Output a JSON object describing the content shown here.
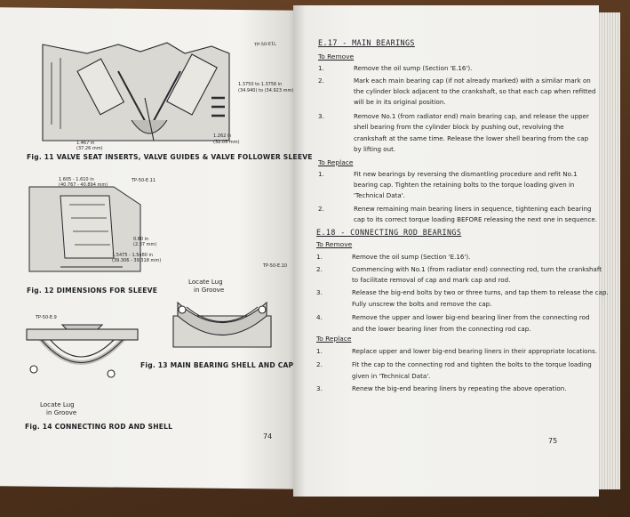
{
  "left_page": {
    "page_number": "74",
    "figures": [
      {
        "ref": "TP-50-E1L",
        "caption": "Fig. 11  VALVE SEAT INSERTS, VALVE GUIDES & VALVE FOLLOWER SLEEVE",
        "dims": [
          "1.3750 to 1.3756 in",
          "(34.940) to (34.923 mm)",
          "1.467 in",
          "(37.26 mm)",
          "1.262 in",
          "(32.05 mm)"
        ]
      },
      {
        "ref": "TP-50-E.11",
        "caption": "Fig. 12  DIMENSIONS FOR SLEEVE",
        "dims": [
          "1.605 - 1.610 in",
          "(40.767 - 40.894 mm)",
          "0.80 in",
          "(2.37 mm)",
          "1.5475 - 1.5480 in",
          "(39.306 - 39.318 mm)"
        ]
      },
      {
        "ref": "TP-50-E.10",
        "caption": "Fig. 13  MAIN BEARING SHELL AND CAP",
        "label": [
          "Locate Lug",
          "in Groove"
        ]
      },
      {
        "ref": "TP-50-E.9",
        "caption": "Fig. 14  CONNECTING ROD AND SHELL",
        "label": [
          "Locate Lug",
          "in Groove"
        ]
      }
    ]
  },
  "right_page": {
    "page_number": "75",
    "sections": [
      {
        "title": "E.17  -  MAIN BEARINGS",
        "groups": [
          {
            "heading": "To Remove",
            "items": [
              {
                "n": "1.",
                "lines": [
                  "Remove the oil sump (Section 'E.16')."
                ]
              },
              {
                "n": "2.",
                "lines": [
                  "Mark each main bearing cap (if not already marked) with a similar mark on",
                  "the cylinder block adjacent to the crankshaft, so that each cap when refitted",
                  "will be in its original position."
                ]
              },
              {
                "n": "3.",
                "lines": [
                  "Remove No.1 (from radiator end) main bearing cap, and release the upper",
                  "shell bearing from the cylinder block by pushing out, revolving the",
                  "crankshaft at the same time.    Release the lower shell bearing from the cap",
                  "by lifting out."
                ]
              }
            ]
          },
          {
            "heading": "To Replace",
            "items": [
              {
                "n": "1.",
                "lines": [
                  "Fit new bearings by reversing the dismantling procedure and refit No.1",
                  "bearing cap.   Tighten the retaining bolts to the torque loading given in",
                  "'Technical Data'."
                ]
              },
              {
                "n": "2.",
                "lines": [
                  "Renew remaining main bearing liners in sequence, tightening each bearing",
                  "cap to its correct torque loading BEFORE releasing the next one in sequence."
                ]
              }
            ]
          }
        ]
      },
      {
        "title": "E.18  -  CONNECTING ROD BEARINGS",
        "groups": [
          {
            "heading": "To Remove",
            "items": [
              {
                "n": "1.",
                "lines": [
                  "Remove the oil sump (Section 'E.16')."
                ]
              },
              {
                "n": "2.",
                "lines": [
                  "Commencing with No.1 (from radiator end) connecting rod, turn the crankshaft",
                  "to facilitate removal of cap and mark cap and rod."
                ]
              },
              {
                "n": "3.",
                "lines": [
                  "Release the big-end bolts by two or three turns, and tap them to release the cap.",
                  "Fully unscrew the bolts and remove the cap."
                ]
              },
              {
                "n": "4.",
                "lines": [
                  "Remove the upper and lower big-end bearing liner from the connecting rod",
                  "and the lower bearing liner from the connecting rod cap."
                ]
              }
            ]
          },
          {
            "heading": "To Replace",
            "items": [
              {
                "n": "1.",
                "lines": [
                  "Replace upper and lower big-end bearing liners in their appropriate locations."
                ]
              },
              {
                "n": "2.",
                "lines": [
                  "Fit the cap to the connecting rod and tighten the bolts to the torque loading",
                  "given in 'Technical Data'."
                ]
              },
              {
                "n": "3.",
                "lines": [
                  "Renew the big-end bearing liners by repeating the above operation."
                ]
              }
            ]
          }
        ]
      }
    ]
  }
}
